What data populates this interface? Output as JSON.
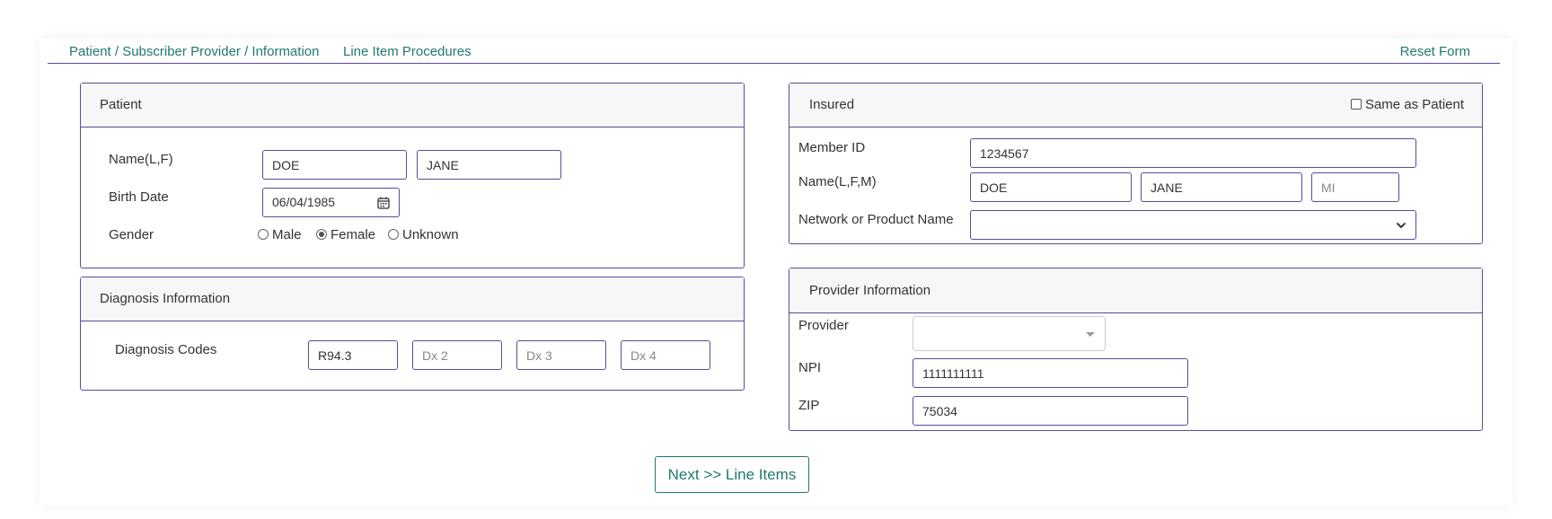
{
  "nav": {
    "tab_patient": "Patient / Subscriber Provider / Information",
    "tab_line_items": "Line Item Procedures",
    "reset": "Reset Form"
  },
  "patient": {
    "title": "Patient",
    "name_label": "Name(L,F)",
    "last_name": "DOE",
    "first_name": "JANE",
    "birth_label": "Birth Date",
    "birth_date": "06/04/1985",
    "gender_label": "Gender",
    "gender_options": [
      "Male",
      "Female",
      "Unknown"
    ],
    "gender_selected": "Female"
  },
  "diagnosis": {
    "title": "Diagnosis Information",
    "codes_label": "Diagnosis Codes",
    "code1": "R94.3",
    "code2_placeholder": "Dx 2",
    "code3_placeholder": "Dx 3",
    "code4_placeholder": "Dx 4"
  },
  "insured": {
    "title": "Insured",
    "same_as_patient": "Same as Patient",
    "member_id_label": "Member ID",
    "member_id": "1234567",
    "name_label": "Name(L,F,M)",
    "last_name": "DOE",
    "first_name": "JANE",
    "middle_placeholder": "MI",
    "network_label": "Network or Product Name",
    "network_value": ""
  },
  "provider": {
    "title": "Provider Information",
    "provider_label": "Provider",
    "provider_value": "",
    "npi_label": "NPI",
    "npi": "1111111111",
    "zip_label": "ZIP",
    "zip": "75034"
  },
  "actions": {
    "next": "Next >> Line Items"
  },
  "colors": {
    "accent": "#1f7a6e",
    "border": "#5a4a9a"
  }
}
